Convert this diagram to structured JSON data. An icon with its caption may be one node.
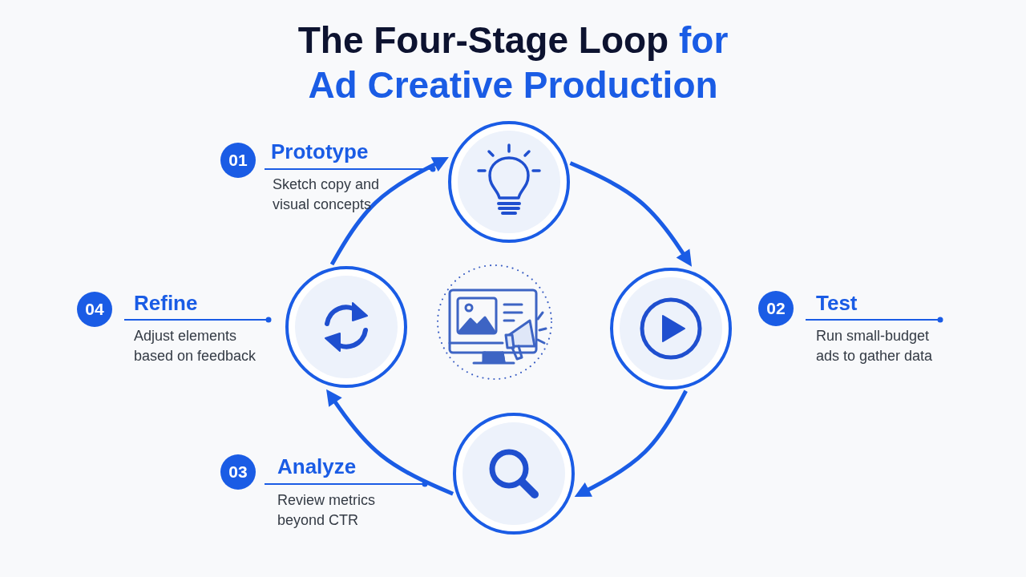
{
  "diagram": {
    "title": "The Four-Stage Loop **for Ad Creative Production**",
    "nodes": [
      {
        "text": [],
        "shape": "circle"
      },
      {
        "text": [],
        "shape": "circle"
      },
      {
        "text": [],
        "shape": "circle"
      },
      {
        "text": [],
        "shape": "circle"
      },
      {
        "text": [],
        "shape": "circle"
      }
    ],
    "edges": [
      {
        "from": 0,
        "to": 3,
        "arrow": "to"
      },
      {
        "from": 3,
        "to": 4,
        "arrow": "to"
      },
      {
        "from": 4,
        "to": 1,
        "arrow": "to"
      },
      {
        "from": 1,
        "to": 0,
        "arrow": "to"
      }
    ],
    "labels": [
      "01",
      "Prototype",
      "Sketch copy and visual concepts",
      "04",
      "Refine",
      "Adjust elements based on feedback",
      "02",
      "Test",
      "Run small-budget ads to gather data",
      "03",
      "Analyze",
      "Review metrics beyond CTR"
    ]
  }
}
